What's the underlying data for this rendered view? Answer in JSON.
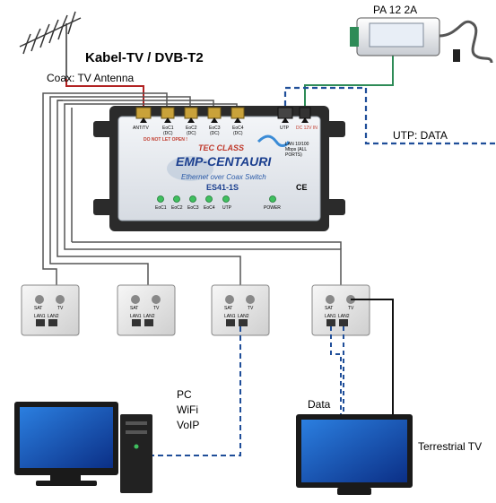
{
  "labels": {
    "title": "Kabel-TV / DVB-T2",
    "coax_antenna": "Coax: TV Antenna",
    "power_supply": "PA 12 2A",
    "utp_data": "UTP: DATA",
    "pc": "PC",
    "wifi": "WiFi",
    "voip": "VoIP",
    "data": "Data",
    "terrestrial_tv": "Terrestrial TV"
  },
  "device": {
    "brand_top": "TEC CLASS",
    "brand": "EMP-CENTAURI",
    "subtitle": "Ethernet over Coax Switch",
    "model": "ES41-1S",
    "ce_mark": "CE",
    "warning": "DO NOT LET OPEN !",
    "lan_note": "LAN 10/100 Mbps (ALL PORTS)",
    "ports": [
      {
        "label": "ANT/TV"
      },
      {
        "label": "EoC1",
        "sub": "(DC)"
      },
      {
        "label": "EoC2",
        "sub": "(DC)"
      },
      {
        "label": "EoC3",
        "sub": "(DC)"
      },
      {
        "label": "EoC4",
        "sub": "(DC)"
      },
      {
        "label": "UTP"
      },
      {
        "label": "DC 12V IN"
      }
    ],
    "leds": [
      "EoC1",
      "EoC2",
      "EoC3",
      "EoC4",
      "UTP",
      "POWER"
    ]
  },
  "socket": {
    "sat": "SAT",
    "tv": "TV",
    "lan1": "LAN1",
    "lan2": "LAN2"
  },
  "colors": {
    "coax": "#555555",
    "antenna_coax": "#b22222",
    "utp": "#1f4e99",
    "power_cable": "#2e8b57",
    "device_body": "#e6e9ee",
    "device_frame": "#2b2b2b",
    "led": "#3fbf5f",
    "brand": "#1b3f8f"
  }
}
